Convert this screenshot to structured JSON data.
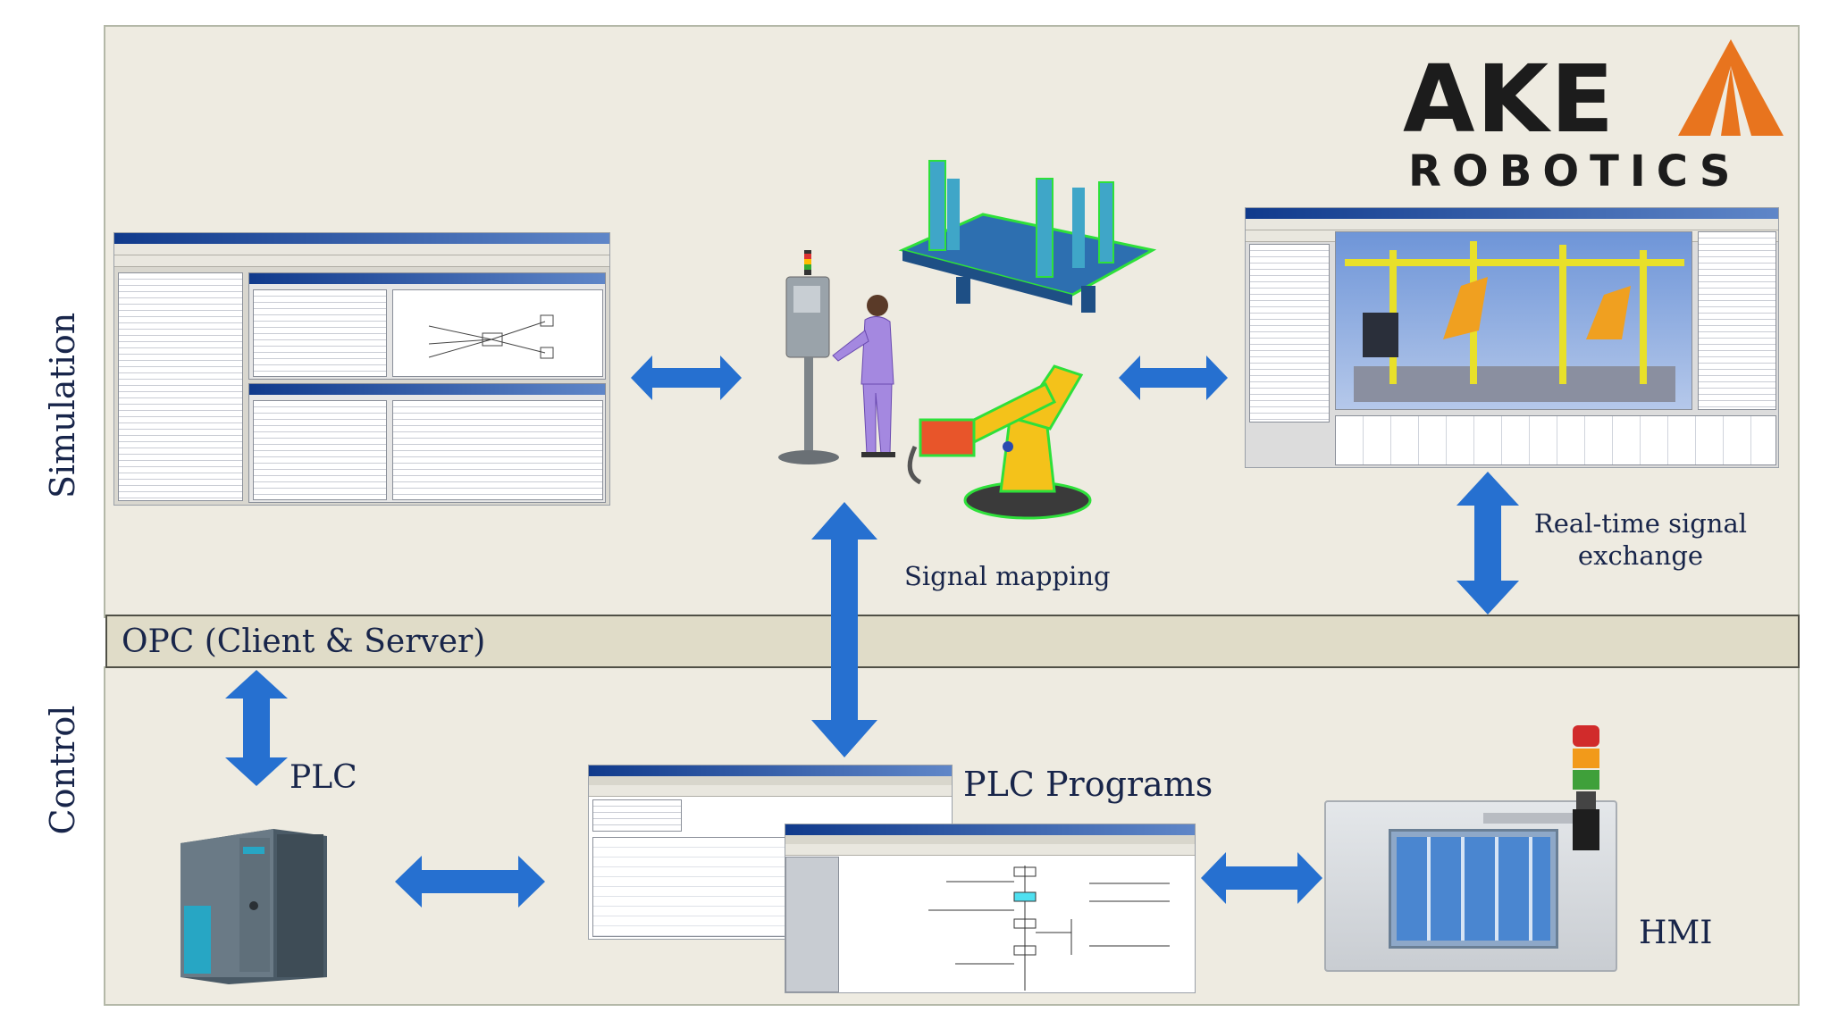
{
  "logo": {
    "word1": "AKE",
    "word2": "ROBOTICS",
    "accent_color": "#e8741e"
  },
  "sections": {
    "simulation": "Simulation",
    "control": "Control"
  },
  "band": {
    "label": "OPC (Client & Server)"
  },
  "labels": {
    "signal_mapping": "Signal mapping",
    "realtime_line1": "Real-time signal",
    "realtime_line2": "exchange",
    "plc": "PLC",
    "plc_programs": "PLC Programs",
    "hmi": "HMI"
  },
  "colors": {
    "arrow": "#2670d0",
    "panel": "#eeebe1",
    "band": "#e0dcc8",
    "text": "#18254a"
  },
  "icons": [
    "software-screenshot-icon",
    "operator-at-control-panel-icon",
    "welding-fixture-icon",
    "industrial-robot-icon",
    "robot-cell-simulation-icon",
    "plc-module-icon",
    "plc-program-screenshot-icon",
    "hmi-panel-icon",
    "signal-tower-icon"
  ]
}
